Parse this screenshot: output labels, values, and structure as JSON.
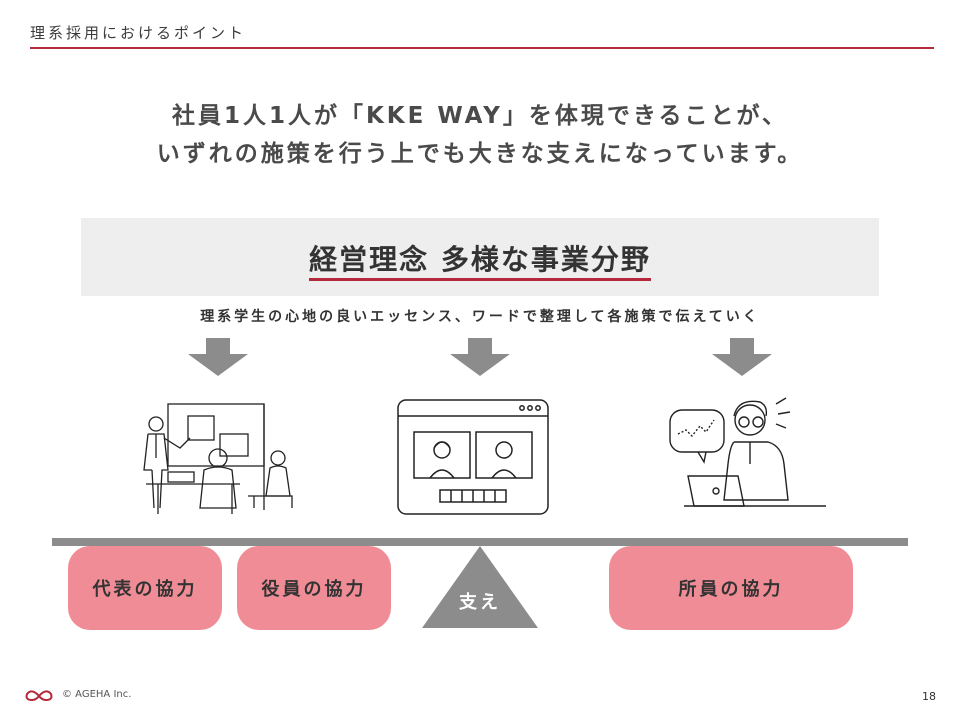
{
  "header": {
    "title": "理系採用におけるポイント",
    "accent_color": "#b5273a"
  },
  "headline": {
    "line1": "社員1人1人が「KKE WAY」を体現できることが、",
    "line2": "いずれの施策を行う上でも大きな支えになっています。"
  },
  "theme": {
    "title": "経営理念 多様な事業分野"
  },
  "subtitle": "理系学生の心地の良いエッセンス、ワードで整理して各施策で伝えていく",
  "illustrations": {
    "left": "presentation-meeting-illustration",
    "center": "online-video-meeting-illustration",
    "right": "person-with-laptop-illustration"
  },
  "supports": {
    "pill1": "代表の協力",
    "pill2": "役員の協力",
    "fulcrum": "支え",
    "pill3": "所員の協力",
    "pill_color": "#f08c95"
  },
  "footer": {
    "copyright": "© AGEHA Inc.",
    "page_number": "18"
  }
}
